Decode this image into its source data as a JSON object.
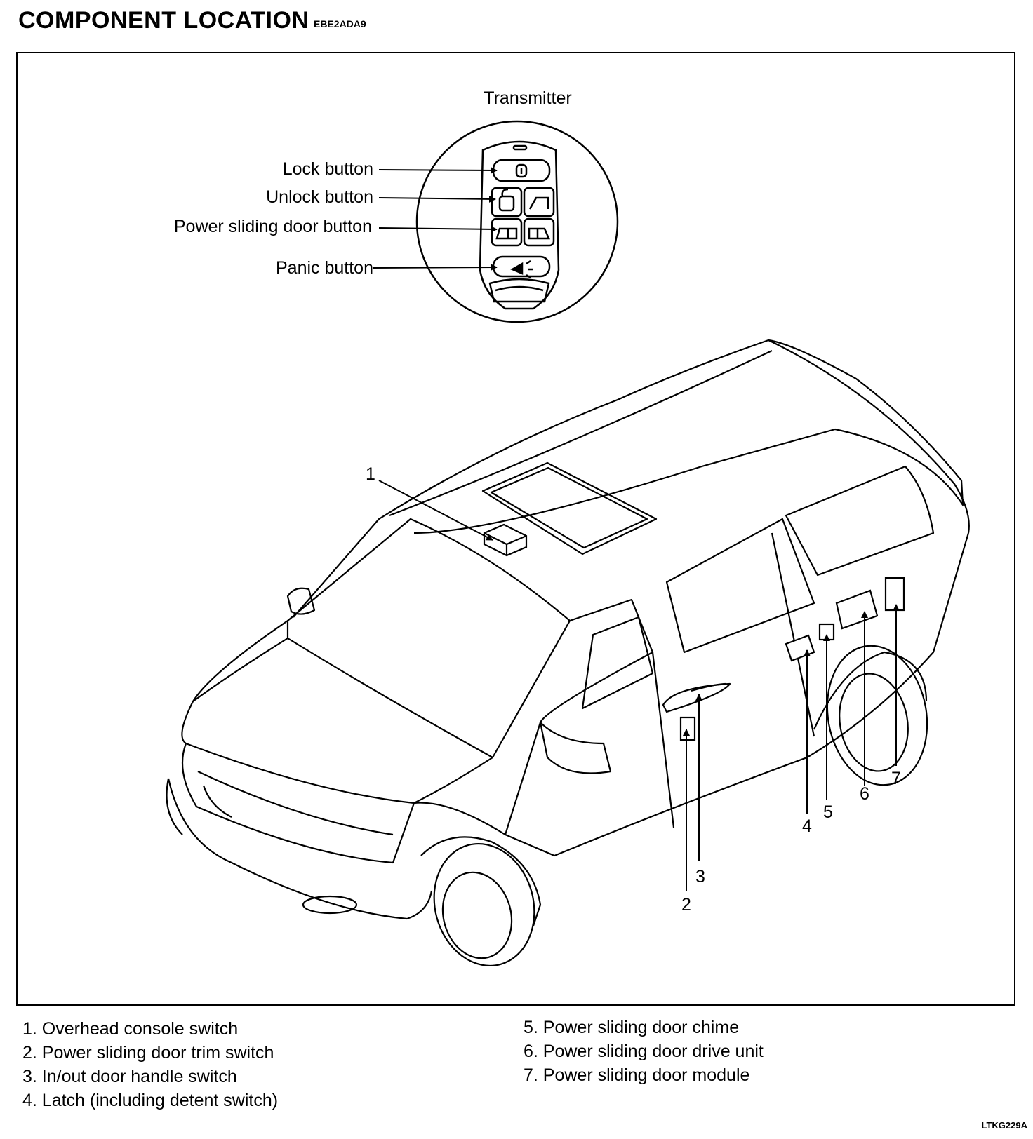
{
  "header": {
    "title": "COMPONENT LOCATION",
    "code": "EBE2ADA9"
  },
  "transmitter": {
    "title": "Transmitter",
    "labels": {
      "lock": "Lock button",
      "unlock": "Unlock button",
      "power_sliding": "Power sliding door button",
      "panic": "Panic button"
    }
  },
  "callouts": [
    "1",
    "2",
    "3",
    "4",
    "5",
    "6",
    "7"
  ],
  "legend": {
    "left": [
      "1. Overhead console switch",
      "2. Power sliding door trim switch",
      "3. In/out door handle switch",
      "4. Latch (including detent switch)"
    ],
    "right": [
      "5. Power sliding door chime",
      "6. Power sliding door drive unit",
      "7. Power sliding door module"
    ]
  },
  "figure_code": "LTKG229A",
  "colors": {
    "ink": "#000000",
    "paper": "#ffffff"
  }
}
